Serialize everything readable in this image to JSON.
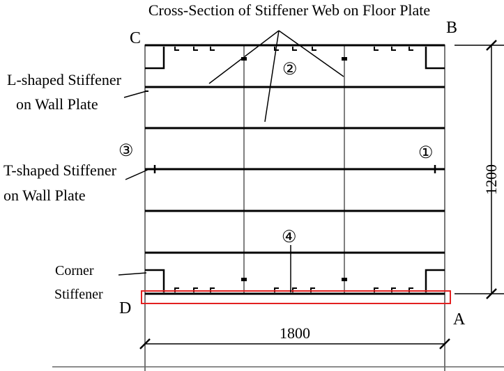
{
  "title": "Cross-Section of Stiffener Web on Floor Plate",
  "corners": {
    "a": "A",
    "b": "B",
    "c": "C",
    "d": "D"
  },
  "labels": {
    "l_stiffener_line1": "L-shaped Stiffener",
    "l_stiffener_line2": "on Wall Plate",
    "t_stiffener_line1": "T-shaped Stiffener",
    "t_stiffener_line2": "on Wall Plate",
    "corner_stiffener_line1": "Corner",
    "corner_stiffener_line2": "Stiffener"
  },
  "markers": {
    "m1": "①",
    "m2": "②",
    "m3": "③",
    "m4": "④"
  },
  "dimensions": {
    "width": "1800",
    "height": "1200"
  },
  "colors": {
    "line": "#000000",
    "highlight": "#e32020",
    "vertical": "#555555"
  }
}
